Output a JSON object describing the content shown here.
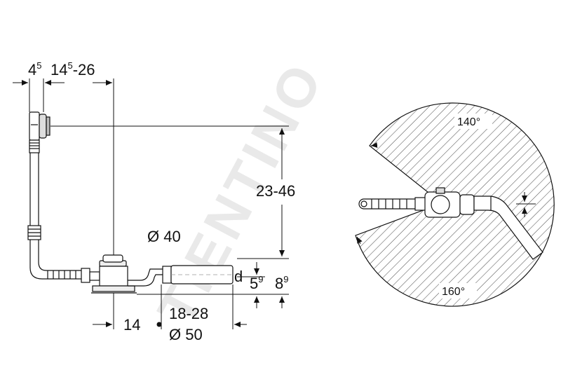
{
  "watermark": "TIENTINO",
  "left_drawing": {
    "dim_overflow_offset_base": "4",
    "dim_overflow_offset_sup": "5",
    "dim_horizontal_range_base": "14",
    "dim_horizontal_range_sup": "5",
    "dim_horizontal_range_rest": "-26",
    "dim_vertical_range": "23-46",
    "dim_trap_pipe_diameter": "Ø 40",
    "dim_outlet_pipe_diameter": "Ø 50",
    "dim_outlet_offset": "14",
    "dim_outlet_length": "18-28",
    "dim_label_d": "d",
    "dim_seal_height_base": "5",
    "dim_seal_height_sup": "9",
    "dim_total_height_base": "8",
    "dim_total_height_sup": "9"
  },
  "right_drawing": {
    "angle_top": "140°",
    "angle_bottom": "160°"
  },
  "colors": {
    "line": "#111111",
    "hatch": "#555555",
    "watermark": "#e9e9e9"
  }
}
